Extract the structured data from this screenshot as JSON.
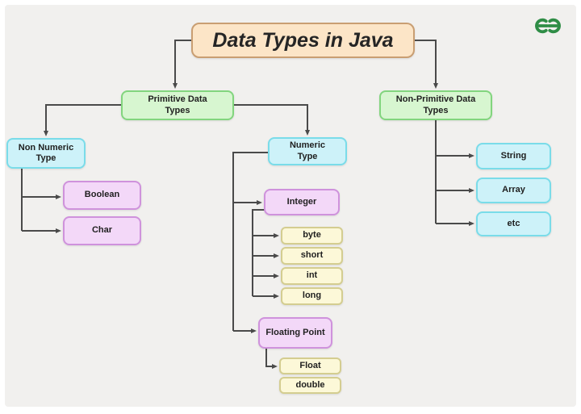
{
  "title": "Data Types in Java",
  "logo": {
    "name": "geeksforgeeks-logo",
    "color": "#2f8d46"
  },
  "nodes": {
    "primitive": "Primitive Data Types",
    "non_primitive": "Non-Primitive Data Types",
    "non_numeric": "Non Numeric Type",
    "numeric": "Numeric Type",
    "boolean": "Boolean",
    "char": "Char",
    "integer": "Integer",
    "byte": "byte",
    "short": "short",
    "int": "int",
    "long": "long",
    "floating_point": "Floating Point",
    "float": "Float",
    "double": "double",
    "string": "String",
    "array": "Array",
    "etc": "etc"
  },
  "edges": [
    {
      "from": "Data Types in Java",
      "to": "Primitive Data Types"
    },
    {
      "from": "Data Types in Java",
      "to": "Non-Primitive Data Types"
    },
    {
      "from": "Primitive Data Types",
      "to": "Non Numeric Type"
    },
    {
      "from": "Primitive Data Types",
      "to": "Numeric Type"
    },
    {
      "from": "Non Numeric Type",
      "to": "Boolean"
    },
    {
      "from": "Non Numeric Type",
      "to": "Char"
    },
    {
      "from": "Numeric Type",
      "to": "Integer"
    },
    {
      "from": "Numeric Type",
      "to": "Floating Point"
    },
    {
      "from": "Integer",
      "to": "byte"
    },
    {
      "from": "Integer",
      "to": "short"
    },
    {
      "from": "Integer",
      "to": "int"
    },
    {
      "from": "Integer",
      "to": "long"
    },
    {
      "from": "Floating Point",
      "to": "Float"
    },
    {
      "from": "Floating Point",
      "to": "double"
    },
    {
      "from": "Non-Primitive Data Types",
      "to": "String"
    },
    {
      "from": "Non-Primitive Data Types",
      "to": "Array"
    },
    {
      "from": "Non-Primitive Data Types",
      "to": "etc"
    }
  ],
  "colors": {
    "canvas_bg": "#f1f0ee",
    "title_fill": "#fce5c7",
    "title_border": "#c99e72",
    "category_fill": "#d7f6d0",
    "category_border": "#82d57e",
    "type_fill": "#cdf2f9",
    "type_border": "#7adce9",
    "subtype_fill": "#f3d8f8",
    "subtype_border": "#cf92dc",
    "leaf_fill": "#fcf8d8",
    "leaf_border": "#d4cd90",
    "connector": "#4a4a4a",
    "logo_green": "#2f8d46"
  }
}
